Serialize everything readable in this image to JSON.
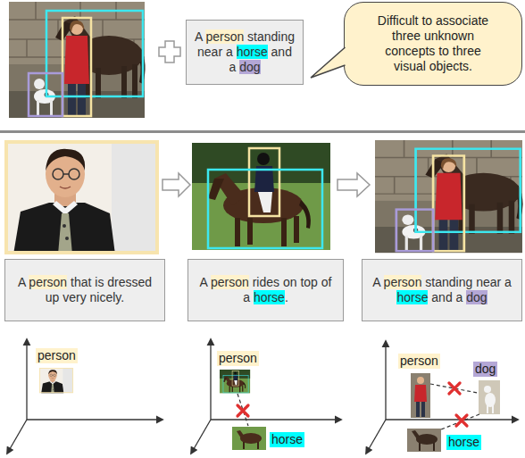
{
  "diagram": {
    "nodes": [
      {
        "text": [
          "A person standing near a horse and a dog"
        ]
      },
      {
        "text": [
          "Difficult to associate three unknown concepts to three visual objects."
        ]
      },
      {
        "text": [
          "A person that is dressed up very nicely."
        ]
      },
      {
        "text": [
          "A person rides on top of a horse."
        ]
      },
      {
        "text": [
          "A person standing near a horse and a dog"
        ]
      },
      {
        "text": [
          "person"
        ]
      },
      {
        "text": [
          "person"
        ]
      },
      {
        "text": [
          "horse"
        ]
      },
      {
        "text": [
          "person"
        ]
      },
      {
        "text": [
          "dog"
        ]
      },
      {
        "text": [
          "horse"
        ]
      }
    ]
  }
}
